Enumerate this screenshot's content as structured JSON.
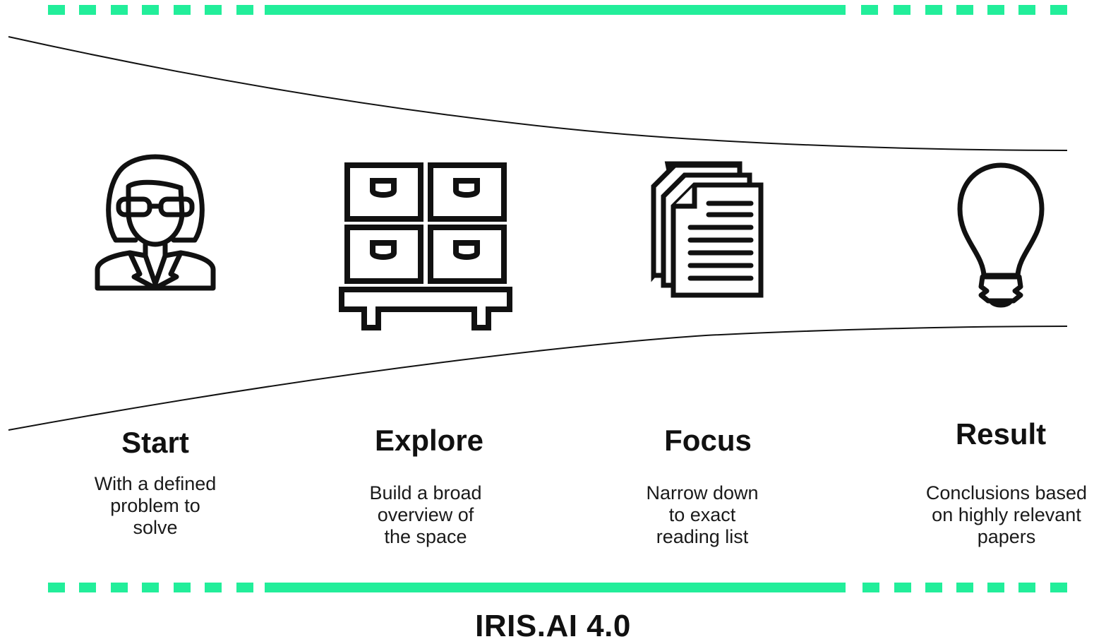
{
  "brand": {
    "accent_color": "#22ee9a"
  },
  "stages": [
    {
      "title": "Start",
      "description_lines": [
        "With a defined",
        "problem to",
        "solve"
      ],
      "icon": "researcher-woman-icon"
    },
    {
      "title": "Explore",
      "description_lines": [
        "Build a broad",
        "overview of",
        "the space"
      ],
      "icon": "filing-cabinet-icon"
    },
    {
      "title": "Focus",
      "description_lines": [
        "Narrow down",
        "to exact",
        "reading list"
      ],
      "icon": "documents-stack-icon"
    },
    {
      "title": "Result",
      "description_lines": [
        "Conclusions based",
        "on highly relevant",
        "papers"
      ],
      "icon": "light-bulb-icon"
    }
  ],
  "footer": {
    "title": "IRIS.AI 4.0"
  }
}
